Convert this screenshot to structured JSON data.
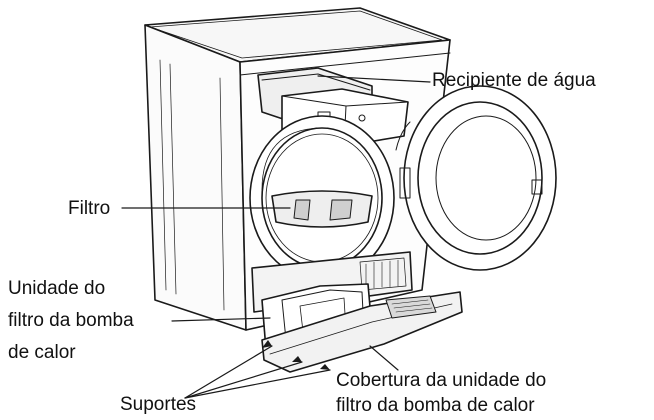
{
  "labels": {
    "water_container": "Recipiente de água",
    "filter": "Filtro",
    "heat_pump_unit": [
      "Unidade do",
      "filtro da bomba",
      "de calor"
    ],
    "supports": "Suportes",
    "cover": [
      "Cobertura da unidade do",
      "filtro da bomba de calor"
    ]
  },
  "colors": {
    "line": "#1a1a1a",
    "text": "#111111",
    "background": "#ffffff"
  }
}
